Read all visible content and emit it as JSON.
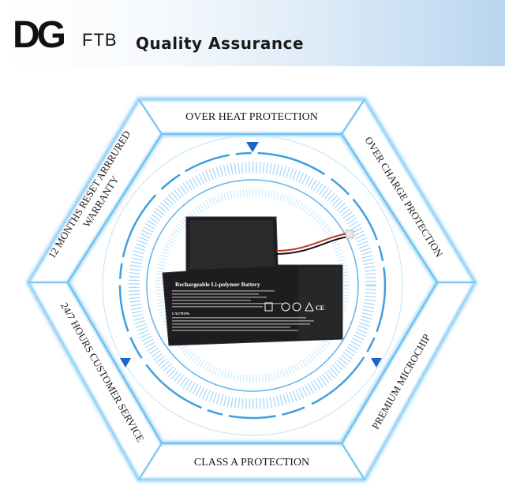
{
  "brand": {
    "logo_mark": "DG",
    "logo_suffix": "FTB",
    "tagline": "Quality Assurance"
  },
  "features": {
    "top": "OVER HEAT PROTECTION",
    "top_right": "OVER CHARGE PROTECTION",
    "bottom_right": "PREMIUM MICROCHIP",
    "bottom": "CLASS A PROTECTION",
    "bottom_left": "24/7 HOURS CUSTOMER SERVICE",
    "top_left": "12 MONTHS RESET ARRRURED WARRANTY",
    "top_left_line1": "12 MONTHS RESET ARRRURED",
    "top_left_line2": "WARRANTY"
  },
  "battery_label": {
    "title": "Rechargeable Li-polymer Battery",
    "caution": "CAUTION:"
  },
  "colors": {
    "accent_blue": "#1a66c9",
    "glow_blue": "#8fd0f7",
    "battery_body": "#1d1d1f"
  }
}
